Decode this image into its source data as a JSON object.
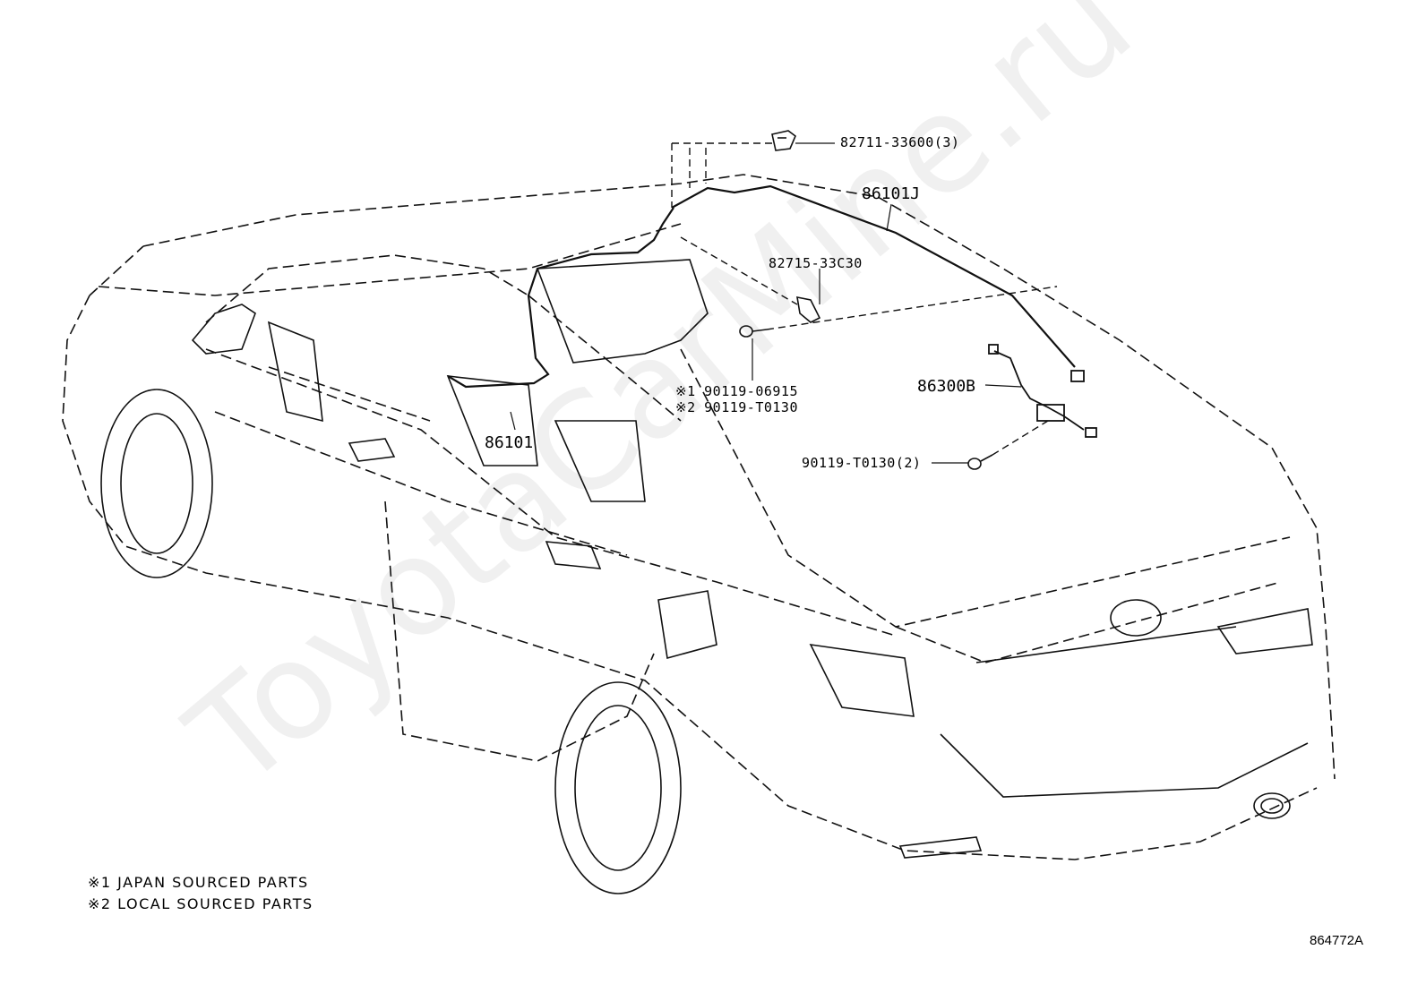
{
  "watermark": "ToyotaCarMine.ru",
  "parts": {
    "p1": "82711-33600(3)",
    "p2": "86101J",
    "p3": "82715-33C30",
    "p4": "86300B",
    "p5": "※1 90119-06915",
    "p6": "※2 90119-T0130",
    "p7": "90119-T0130(2)",
    "p8": "86101"
  },
  "notes": {
    "n1": "※1 JAPAN SOURCED PARTS",
    "n2": "※2 LOCAL SOURCED PARTS"
  },
  "diagram_code": "864772A"
}
